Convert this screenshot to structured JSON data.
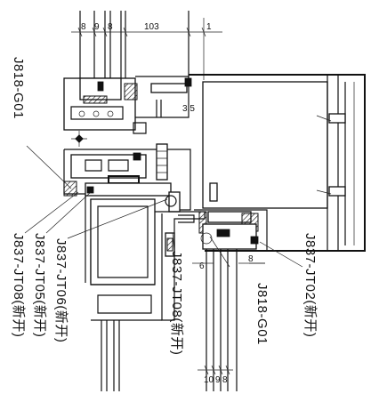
{
  "dimensions": {
    "top_group": [
      "8",
      "9",
      "8"
    ],
    "top_value": "103",
    "top_right": "1",
    "inner_small": "3.5",
    "side_6": "6",
    "side_8": "8",
    "bottom_group": [
      "10",
      "9",
      "8"
    ]
  },
  "labels": {
    "j818_g01_upper": "J818-G01",
    "j837_jt08_left": "J837-JT08(新开)",
    "j837_jt05": "J837-JT05(新开)",
    "j837_jt06": "J837-JT06(新开)",
    "j837_jt08_mid": "J837-JT08(新开)",
    "j818_g01_lower": "J818-G01",
    "j837_jt02": "J837-JT02(新开)"
  }
}
